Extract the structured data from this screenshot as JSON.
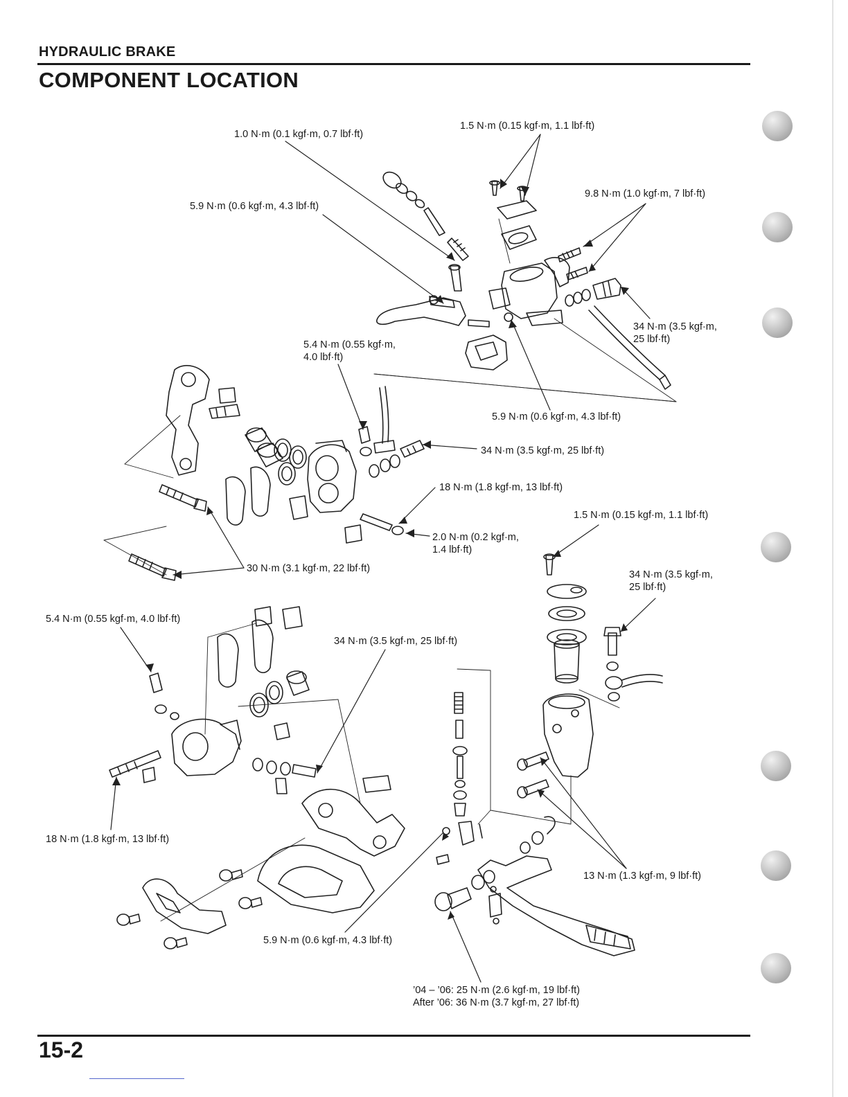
{
  "header": {
    "section": "HYDRAULIC BRAKE",
    "title": "COMPONENT LOCATION"
  },
  "footer": {
    "page_number": "15-2"
  },
  "torque_callouts": {
    "fm_reservoir_cap_bolt": "1.0 N·m (0.1 kgf·m, 0.7 lbf·ft)",
    "fm_cover_screws": "1.5 N·m (0.15 kgf·m, 1.1 lbf·ft)",
    "fm_lever_pivot_bolt": "5.9 N·m (0.6 kgf·m, 4.3 lbf·ft)",
    "fm_holder_bolts": "9.8 N·m (1.0 kgf·m, 7 lbf·ft)",
    "fm_hose_bolt_line1": "34 N·m (3.5 kgf·m,",
    "fm_hose_bolt_line2": "25 lbf·ft)",
    "fc_bleed_valve_line1": "5.4 N·m (0.55 kgf·m,",
    "fc_bleed_valve_line2": "4.0 lbf·ft)",
    "fm_lever_pivot_nut": "5.9 N·m (0.6 kgf·m, 4.3 lbf·ft)",
    "fc_hose_bolt": "34 N·m (3.5 kgf·m, 25 lbf·ft)",
    "fc_pad_pin": "18 N·m (1.8 kgf·m, 13 lbf·ft)",
    "fc_pad_pin_plug_line1": "2.0 N·m (0.2 kgf·m,",
    "fc_pad_pin_plug_line2": "1.4 lbf·ft)",
    "fc_mounting_bolts": "30 N·m (3.1 kgf·m, 22 lbf·ft)",
    "rm_reservoir_screw": "1.5 N·m (0.15 kgf·m, 1.1 lbf·ft)",
    "rm_hose_bolt_line1": "34 N·m (3.5 kgf·m,",
    "rm_hose_bolt_line2": "25 lbf·ft)",
    "rc_bleed_valve": "5.4 N·m (0.55 kgf·m, 4.0 lbf·ft)",
    "rc_hose_bolt": "34 N·m (3.5 kgf·m, 25 lbf·ft)",
    "rc_pad_pin": "18 N·m (1.8 kgf·m, 13 lbf·ft)",
    "rm_mounting_bolts": "13 N·m (1.3 kgf·m, 9 lbf·ft)",
    "rm_push_rod_nut": "5.9 N·m (0.6 kgf·m, 4.3 lbf·ft)",
    "pedal_pivot_line1": "’04 – ’06: 25 N·m (2.6 kgf·m, 19 lbf·ft)",
    "pedal_pivot_line2": "After ’06: 36 N·m (3.7 kgf·m, 27 lbf·ft)"
  }
}
